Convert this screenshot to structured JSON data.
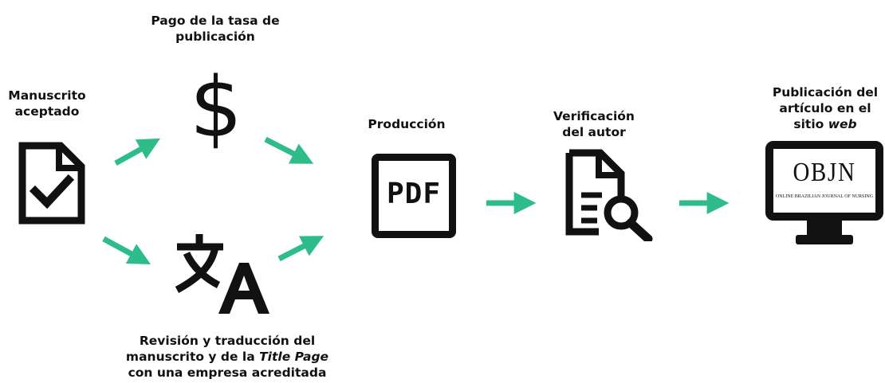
{
  "steps": {
    "accepted": {
      "line1": "Manuscrito",
      "line2": "aceptado"
    },
    "fee": {
      "line1": "Pago de la tasa de",
      "line2": "publicación"
    },
    "review": {
      "line1": "Revisión y traducción del",
      "line2_a": "manuscrito y de la ",
      "line2_b": "Title Page",
      "line3": "con una empresa acreditada"
    },
    "production": {
      "line1": "Producción"
    },
    "author_check": {
      "line1": "Verificación",
      "line2": "del autor"
    },
    "publication": {
      "line1": "Publicación del",
      "line2": "artículo en el",
      "line3_a": "sitio ",
      "line3_b": "web"
    }
  },
  "icons": {
    "document": "document-check-icon",
    "dollar": "dollar-sign-icon",
    "translate": "translate-icon",
    "pdf": "pdf-icon",
    "search_doc": "document-search-icon",
    "monitor": "monitor-icon"
  },
  "pdf_text": "PDF",
  "dollar_glyph": "$",
  "screen": {
    "logo": "OBJN",
    "tagline": "ONLINE BRAZILIAN JOURNAL OF NURSING"
  },
  "colors": {
    "arrow": "#2ebd8a",
    "icon": "#111111",
    "background": "#ffffff"
  }
}
